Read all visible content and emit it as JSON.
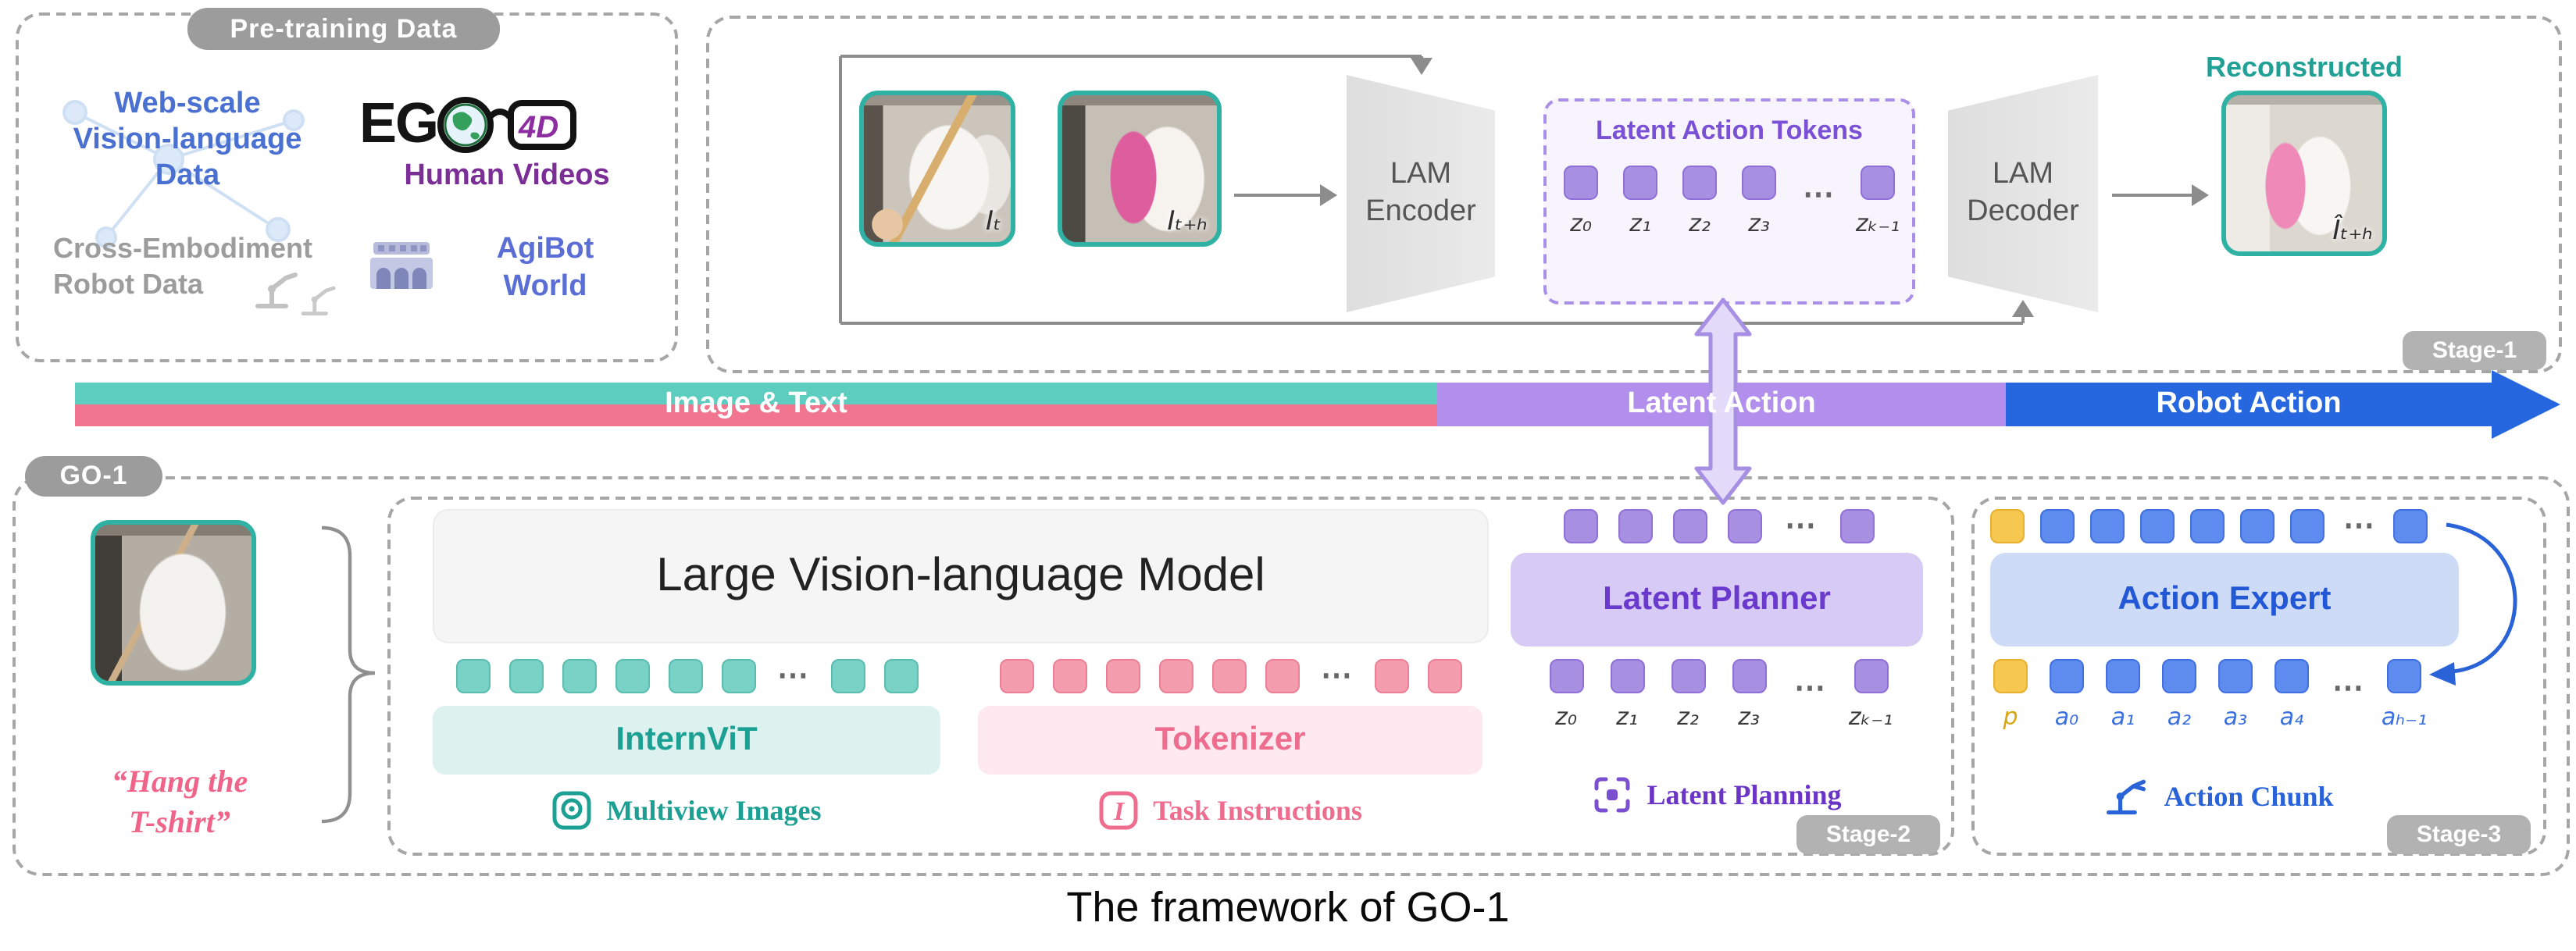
{
  "misc": {
    "dots": "⋯"
  },
  "colors": {
    "teal": "#2aa99b",
    "pink": "#ee6d8e",
    "purple": "#7c55d8",
    "blue": "#2a62d8",
    "yellow": "#f2c14e",
    "gray_pill": "#9c9c9c"
  },
  "pretraining": {
    "title": "Pre-training Data",
    "web_scale": "Web-scale\nVision-language\nData",
    "ego_eg": "EG",
    "ego_4d": "4D",
    "human_videos": "Human Videos",
    "cross": "Cross-Embodiment\nRobot Data",
    "agibot": "AgiBot\nWorld"
  },
  "stage1": {
    "encoder": "LAM\nEncoder",
    "decoder": "LAM\nDecoder",
    "tokens_title": "Latent Action Tokens",
    "z": [
      "z₀",
      "z₁",
      "z₂",
      "z₃",
      "zₖ₋₁"
    ],
    "img_t": "Iₜ",
    "img_th": "Iₜ₊ₕ",
    "reconstructed": "Reconstructed",
    "recon": "Îₜ₊ₕ",
    "label": "Stage-1"
  },
  "bar": {
    "image_text": "Image & Text",
    "latent_action": "Latent Action",
    "robot_action": "Robot Action"
  },
  "go1": {
    "label": "GO-1",
    "instruction": "“Hang the\nT-shirt”",
    "lvlm": "Large Vision-language Model",
    "internvit": "InternViT",
    "tokenizer": "Tokenizer",
    "multiview": "Multiview Images",
    "task": "Task Instructions",
    "task_icon_letter": "I",
    "planner": "Latent Planner",
    "planning": "Latent Planning",
    "z": [
      "z₀",
      "z₁",
      "z₂",
      "z₃",
      "zₖ₋₁"
    ],
    "stage2": "Stage-2",
    "action_expert": "Action Expert",
    "action_chunk": "Action Chunk",
    "a": [
      "p",
      "a₀",
      "a₁",
      "a₂",
      "a₃",
      "a₄",
      "aₕ₋₁"
    ],
    "stage3": "Stage-3"
  },
  "caption": "The framework of GO-1"
}
